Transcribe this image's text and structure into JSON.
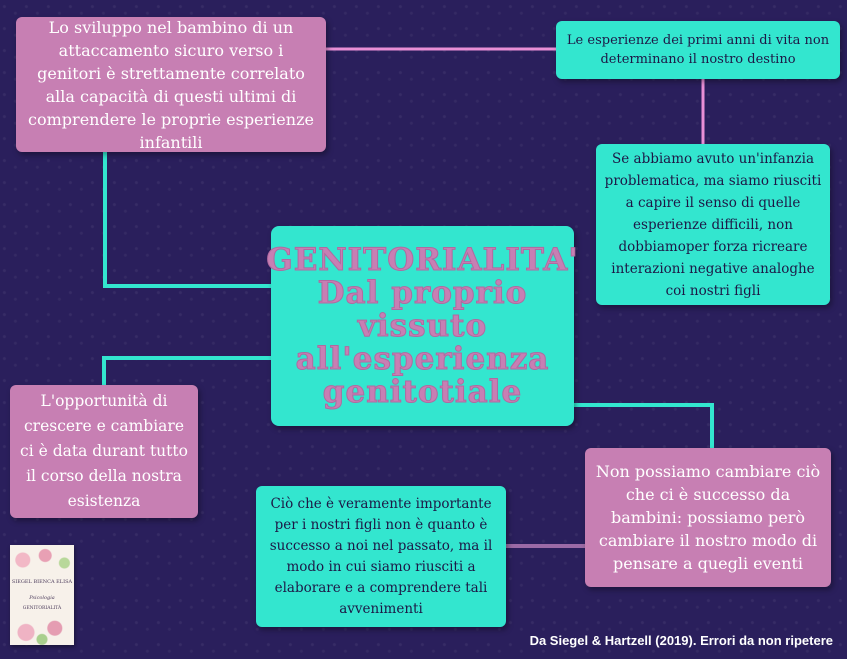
{
  "central": {
    "label": "GENITORIALITA' Dal proprio vissuto all'esperienza genitotiale"
  },
  "nodes": {
    "n1": "Lo sviluppo nel bambino di un attaccamento sicuro verso i genitori è strettamente correlato alla capacità di questi ultimi di comprendere le proprie esperienze infantili",
    "n2": "Le esperienze dei primi anni di vita non determinano il nostro destino",
    "n3": "Se abbiamo avuto un'infanzia problematica, ma siamo riusciti a capire il senso di quelle esperienze difficili, non dobbiamoper forza ricreare interazioni negative analoghe coi nostri figli",
    "n4": "L'opportunità di crescere e cambiare ci è data durant tutto il corso della nostra esistenza",
    "n5": "Non possiamo cambiare ciò che ci è successo da bambini: possiamo però cambiare il nostro modo di pensare a quegli eventi",
    "n6": "Ciò che è veramente importante per i nostri figli non è quanto è successo a noi nel passato, ma il modo in cui siamo riusciti a elaborare e a comprendere tali avvenimenti"
  },
  "book": {
    "author": "SIEGEL BIENCA ELISA",
    "title": "Psicologia",
    "subtitle": "GENITORIALITÀ"
  },
  "credit": "Da Siegel & Hartzell (2019). Errori da non ripetere",
  "colors": {
    "background": "#2a1f5c",
    "pink": "#c77fb3",
    "teal": "#33e6cf",
    "pink_line": "#e98fd6",
    "teal_line": "#33e6cf"
  }
}
